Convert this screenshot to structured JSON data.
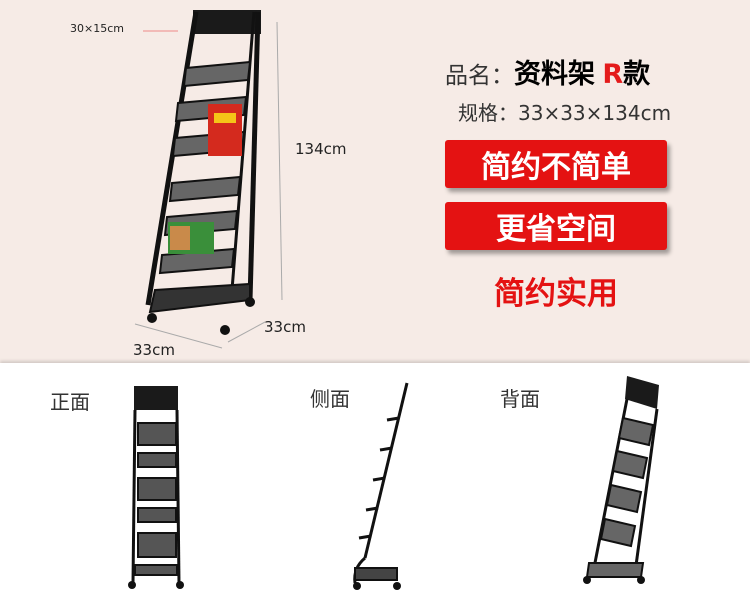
{
  "dimensions": {
    "top_banner": "30×15cm",
    "height": "134cm",
    "width": "33cm",
    "depth": "33cm"
  },
  "spec": {
    "name_label": "品名：",
    "name_value": "资料架",
    "name_badge": "R",
    "name_suffix": "款",
    "size_text": "规格：33×33×134cm"
  },
  "features": {
    "f1": "简约不简单",
    "f2": "更省空间",
    "f3": "简约实用"
  },
  "views": {
    "front": "正面",
    "side": "侧面",
    "back": "背面"
  },
  "colors": {
    "accent_red": "#e41212",
    "background": "#f6ebe6",
    "rack": "#111111"
  }
}
